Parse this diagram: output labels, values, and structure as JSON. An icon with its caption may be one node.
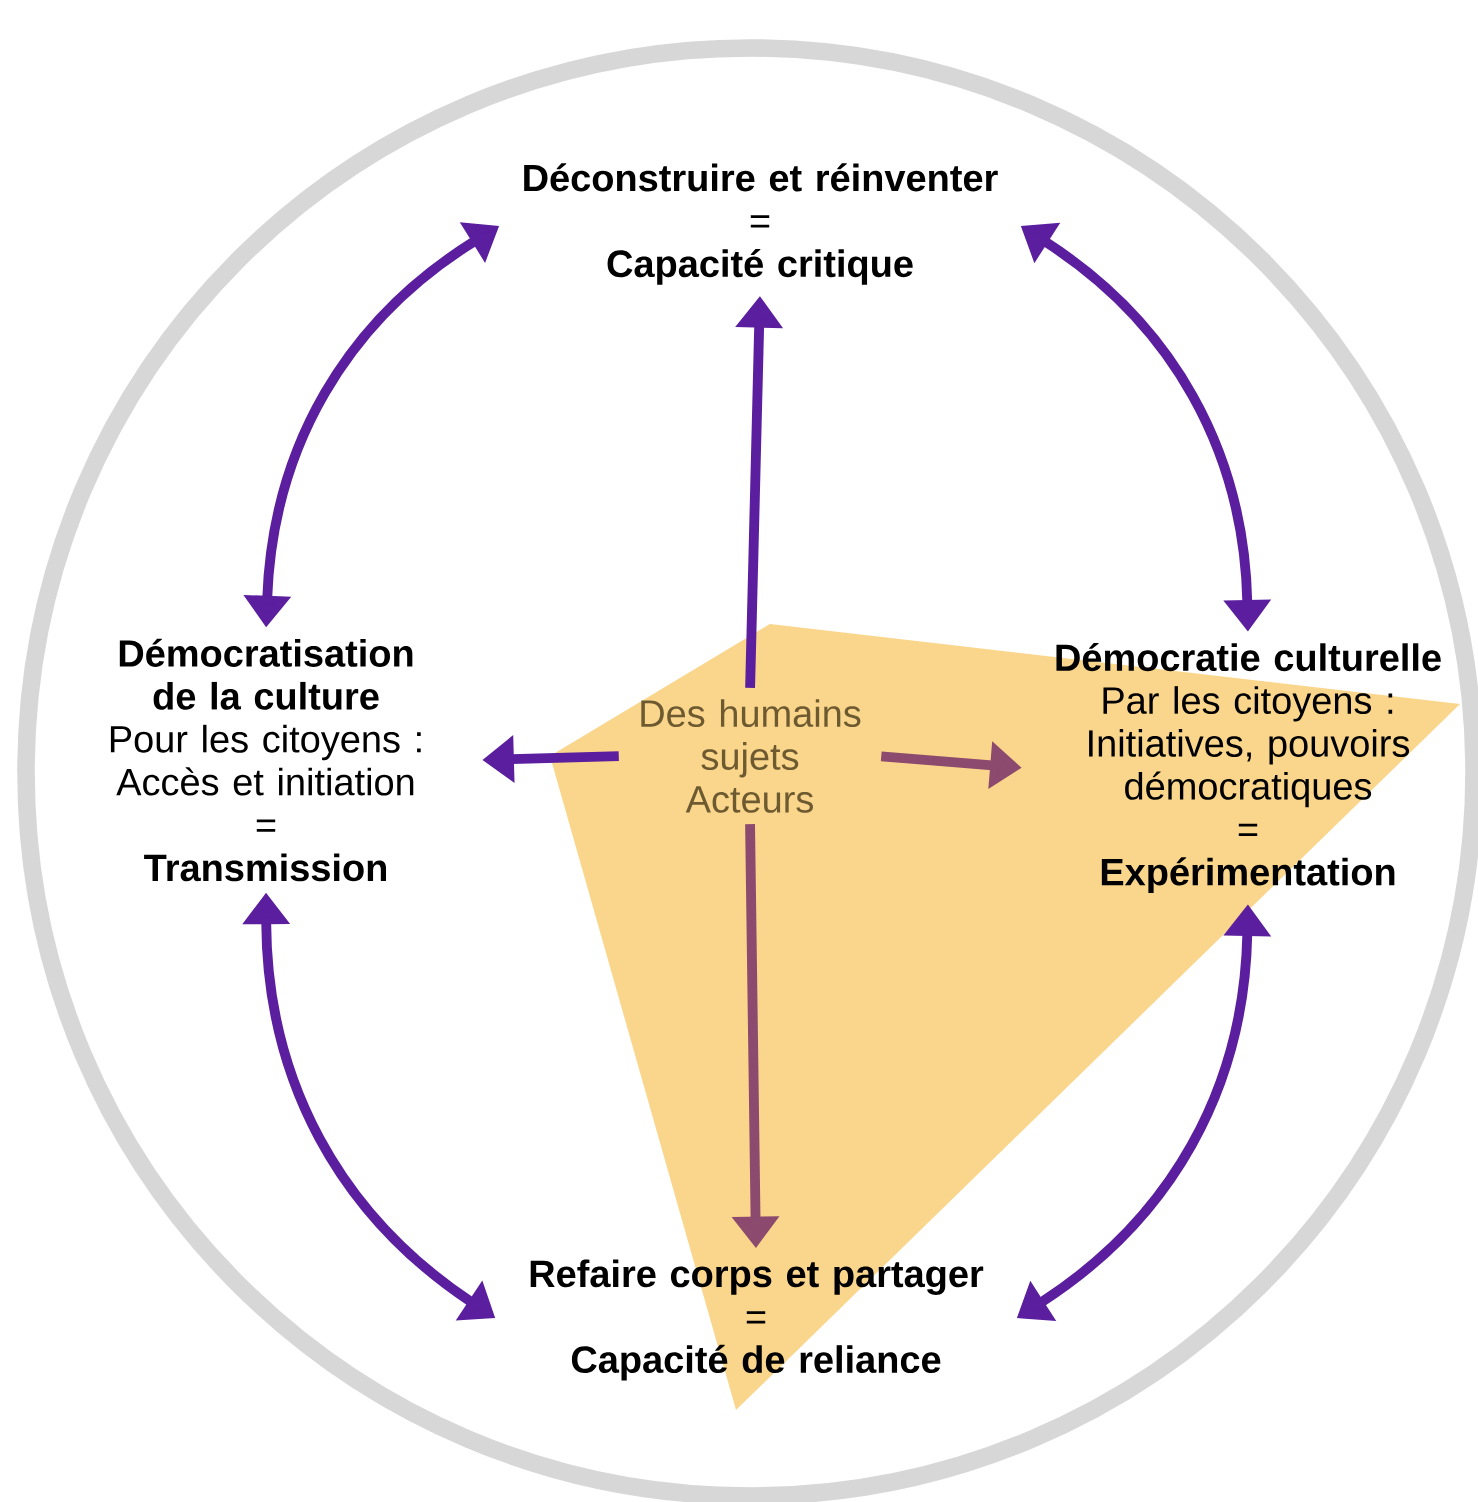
{
  "diagram": {
    "nodes": [
      {
        "text": [
          "Déconstruire et réinventer",
          "=",
          "Capacité critique"
        ]
      },
      {
        "text": [
          "Démocratisation de la culture",
          "Pour les citoyens : Accès et initiation",
          "=",
          "Transmission"
        ]
      },
      {
        "text": [
          "Des humains sujets Acteurs"
        ]
      },
      {
        "text": [
          "Démocratie culturelle",
          "Par les citoyens : Initiatives, pouvoirs démocratiques",
          "=",
          "Expérimentation"
        ]
      },
      {
        "text": [
          "Refaire corps et partager",
          "=",
          "Capacité de reliance"
        ]
      }
    ],
    "edges": [
      {
        "from": 2,
        "to": 0,
        "arrow": "to"
      },
      {
        "from": 2,
        "to": 1,
        "arrow": "to"
      },
      {
        "from": 2,
        "to": 3,
        "arrow": "to",
        "color": "#8b4a6e"
      },
      {
        "from": 2,
        "to": 4,
        "arrow": "to",
        "color": "#8b4a6e"
      },
      {
        "from": 0,
        "to": 1,
        "arrow": "both"
      },
      {
        "from": 0,
        "to": 3,
        "arrow": "both"
      },
      {
        "from": 1,
        "to": 4,
        "arrow": "both"
      },
      {
        "from": 3,
        "to": 4,
        "arrow": "both"
      }
    ]
  }
}
